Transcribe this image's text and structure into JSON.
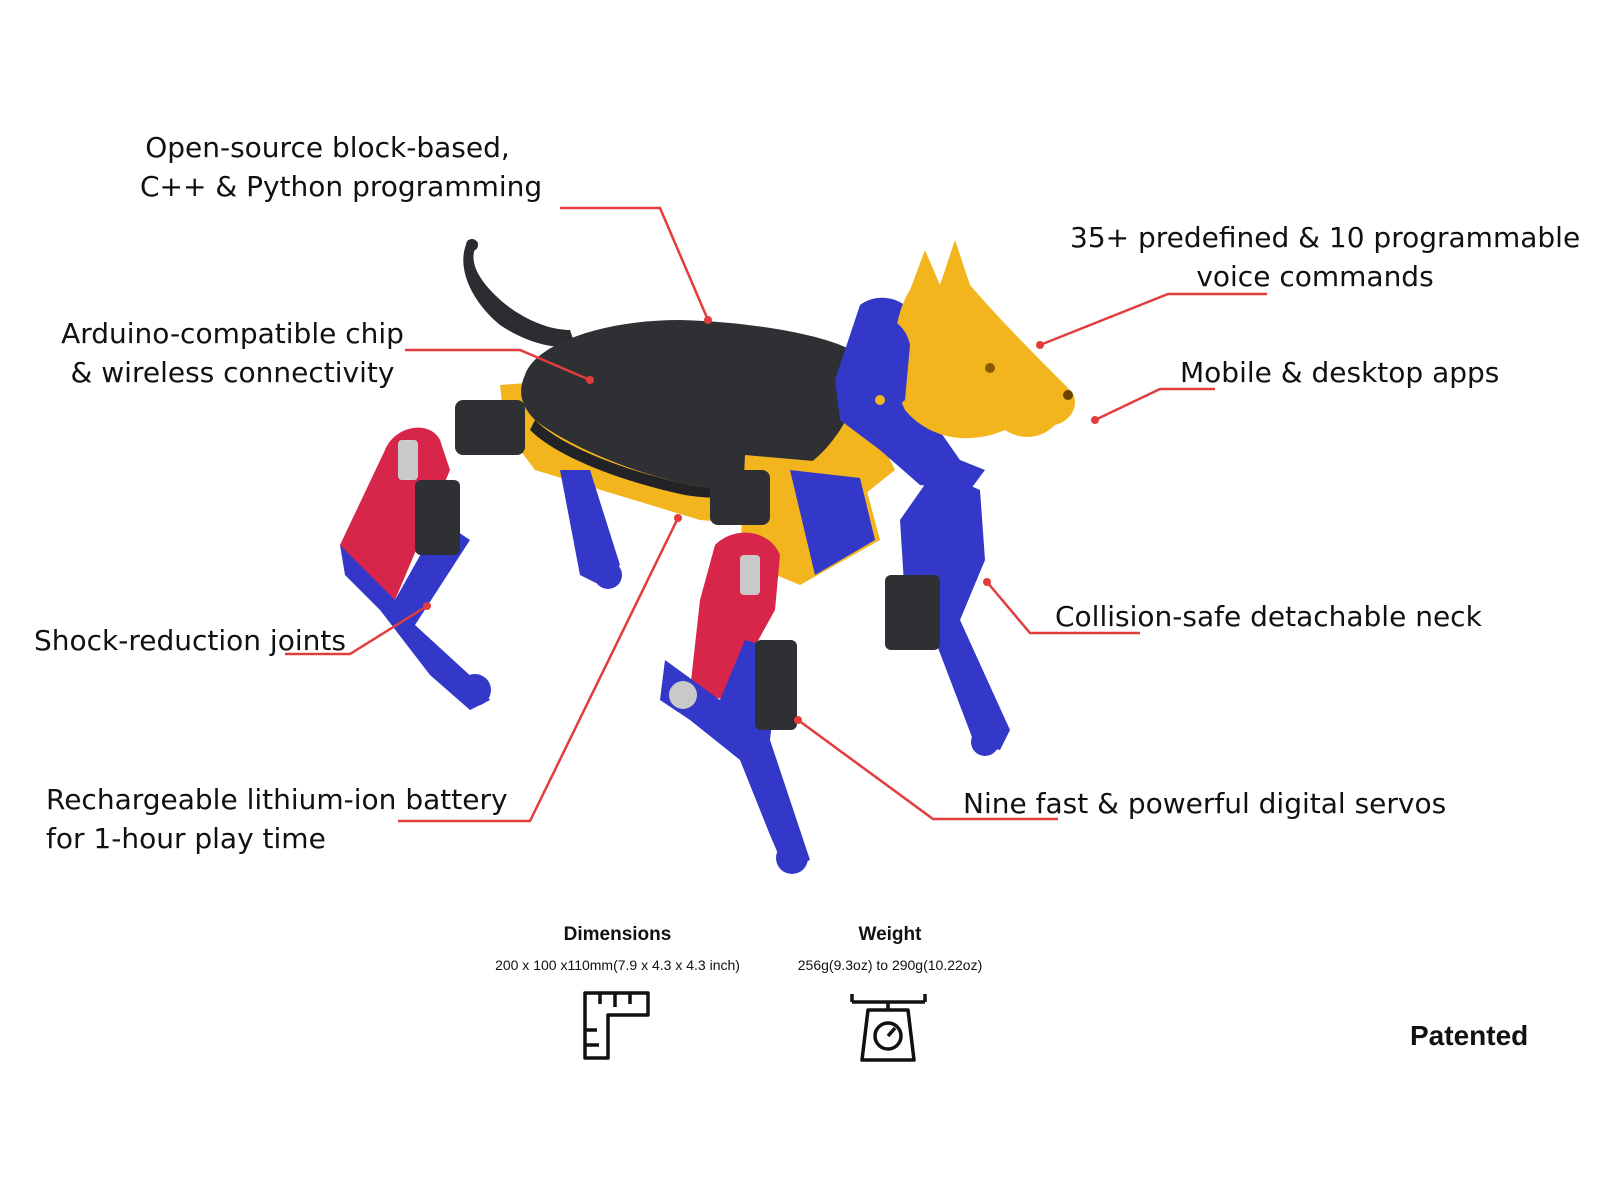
{
  "callouts": {
    "programming": [
      "Open-source block-based,",
      "C++ & Python programming"
    ],
    "chip": [
      "Arduino-compatible chip",
      "& wireless connectivity"
    ],
    "voice": [
      "35+ predefined & 10 programmable",
      "voice commands"
    ],
    "apps": [
      "Mobile & desktop apps"
    ],
    "neck": [
      "Collision-safe detachable neck"
    ],
    "joints": [
      "Shock-reduction joints"
    ],
    "battery": [
      "Rechargeable lithium-ion battery",
      "for 1-hour play time"
    ],
    "servos": [
      "Nine fast & powerful digital servos"
    ]
  },
  "specs": {
    "dimensions": {
      "label": "Dimensions",
      "value": "200 x 100 x110mm(7.9 x 4.3 x 4.3 inch)",
      "icon": "ruler-icon"
    },
    "weight": {
      "label": "Weight",
      "value": "256g(9.3oz) to 290g(10.22oz)",
      "icon": "scale-icon"
    }
  },
  "patented": "Patented",
  "colors": {
    "leader": "#e23c3c",
    "body_dark": "#2f3033",
    "body_yellow": "#f2b51e",
    "limb_blue": "#3338c9",
    "joint_red": "#d8264a",
    "tail": "#2a2c30"
  }
}
